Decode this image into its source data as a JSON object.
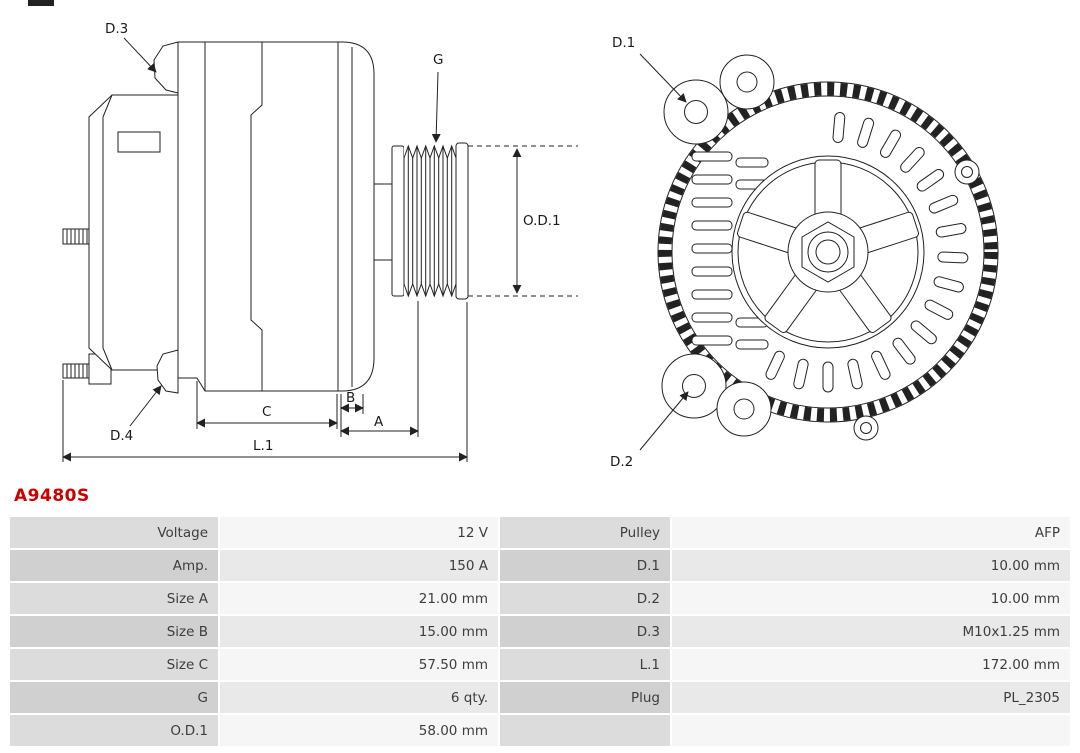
{
  "part_number": "A9480S",
  "accent_color": "#cc0000",
  "diagram": {
    "side_view_labels": {
      "d3": "D.3",
      "d4": "D.4",
      "g": "G",
      "od1": "O.D.1",
      "a": "A",
      "b": "B",
      "c": "C",
      "l1": "L.1"
    },
    "front_view_labels": {
      "d1": "D.1",
      "d2": "D.2"
    }
  },
  "specs": {
    "rows": [
      {
        "label_left": "Voltage",
        "value_left": "12 V",
        "label_right": "Pulley",
        "value_right": "AFP"
      },
      {
        "label_left": "Amp.",
        "value_left": "150 A",
        "label_right": "D.1",
        "value_right": "10.00 mm"
      },
      {
        "label_left": "Size A",
        "value_left": "21.00 mm",
        "label_right": "D.2",
        "value_right": "10.00 mm"
      },
      {
        "label_left": "Size B",
        "value_left": "15.00 mm",
        "label_right": "D.3",
        "value_right": "M10x1.25 mm"
      },
      {
        "label_left": "Size C",
        "value_left": "57.50 mm",
        "label_right": "L.1",
        "value_right": "172.00 mm"
      },
      {
        "label_left": "G",
        "value_left": "6 qty.",
        "label_right": "Plug",
        "value_right": "PL_2305"
      },
      {
        "label_left": "O.D.1",
        "value_left": "58.00 mm",
        "label_right": "",
        "value_right": ""
      }
    ]
  }
}
